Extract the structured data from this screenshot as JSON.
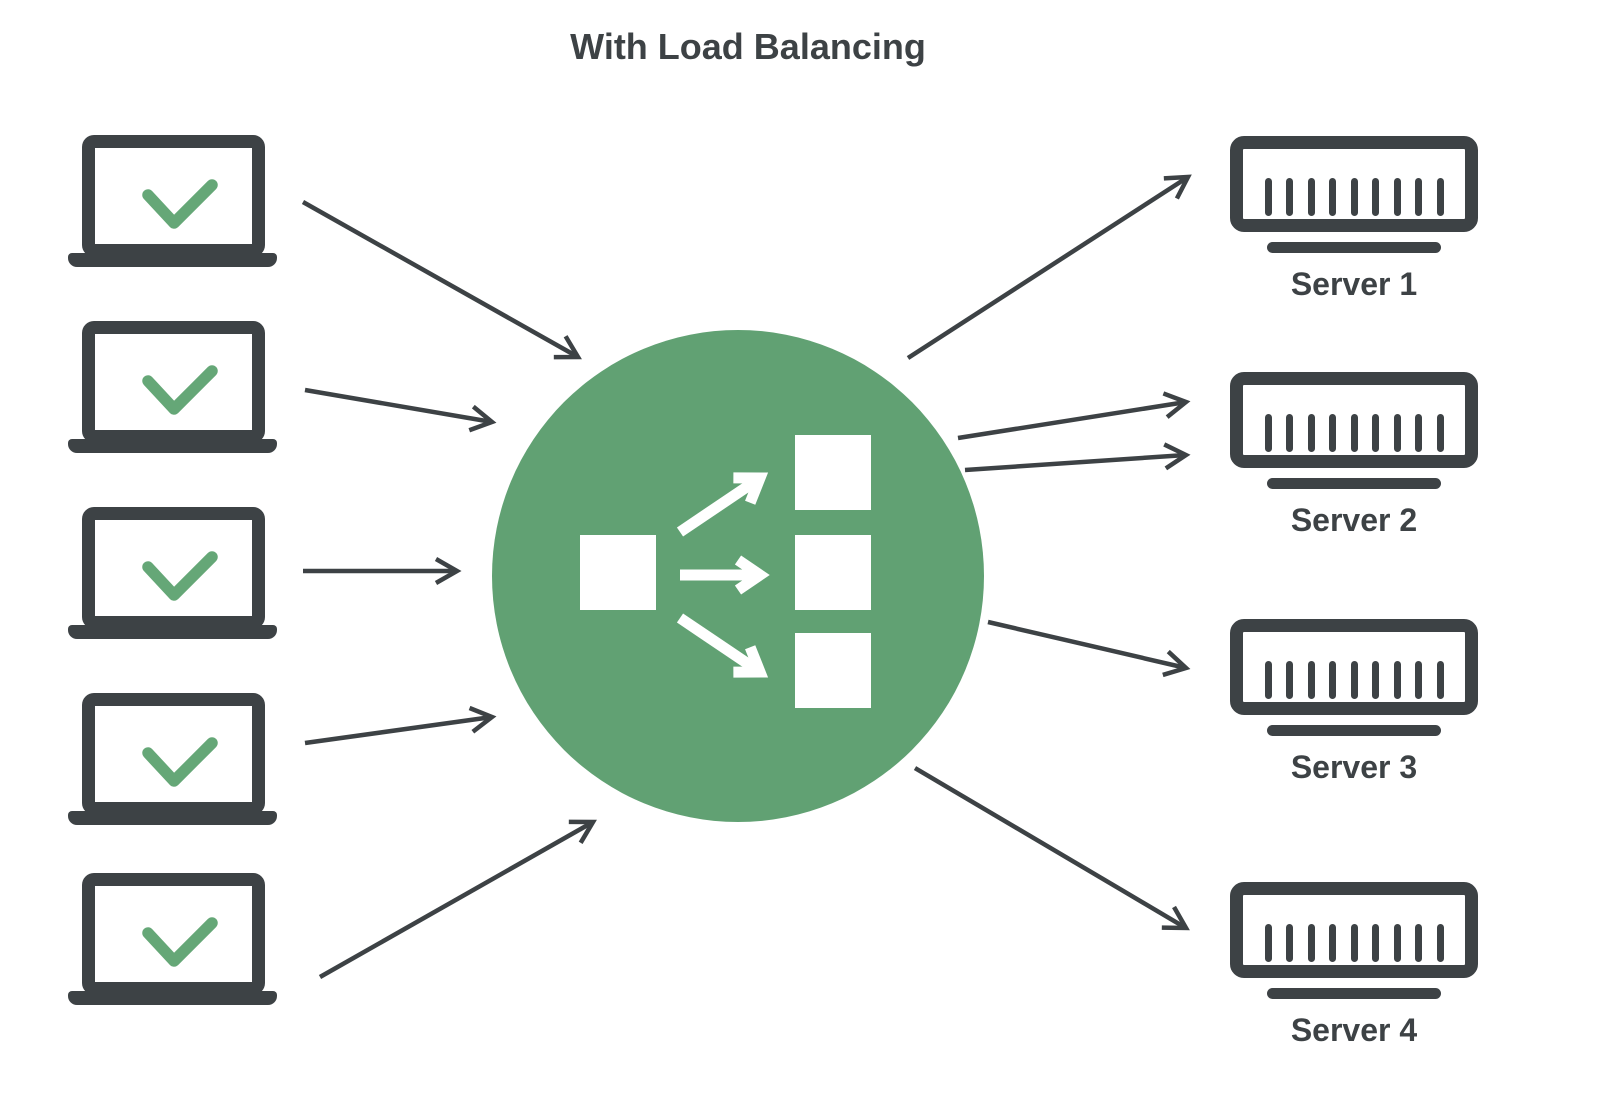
{
  "title": "With Load Balancing",
  "clients": [
    {
      "name": "client-laptop-1",
      "status_icon": "checkmark"
    },
    {
      "name": "client-laptop-2",
      "status_icon": "checkmark"
    },
    {
      "name": "client-laptop-3",
      "status_icon": "checkmark"
    },
    {
      "name": "client-laptop-4",
      "status_icon": "checkmark"
    },
    {
      "name": "client-laptop-5",
      "status_icon": "checkmark"
    }
  ],
  "load_balancer": {
    "shape": "circle",
    "icon": "distribution-arrows"
  },
  "servers": [
    {
      "label": "Server 1"
    },
    {
      "label": "Server 2"
    },
    {
      "label": "Server 3"
    },
    {
      "label": "Server 4"
    }
  ],
  "colors": {
    "dark": "#3d4245",
    "circle_green": "#61a173",
    "check_green": "#65a777",
    "background": "#ffffff"
  }
}
